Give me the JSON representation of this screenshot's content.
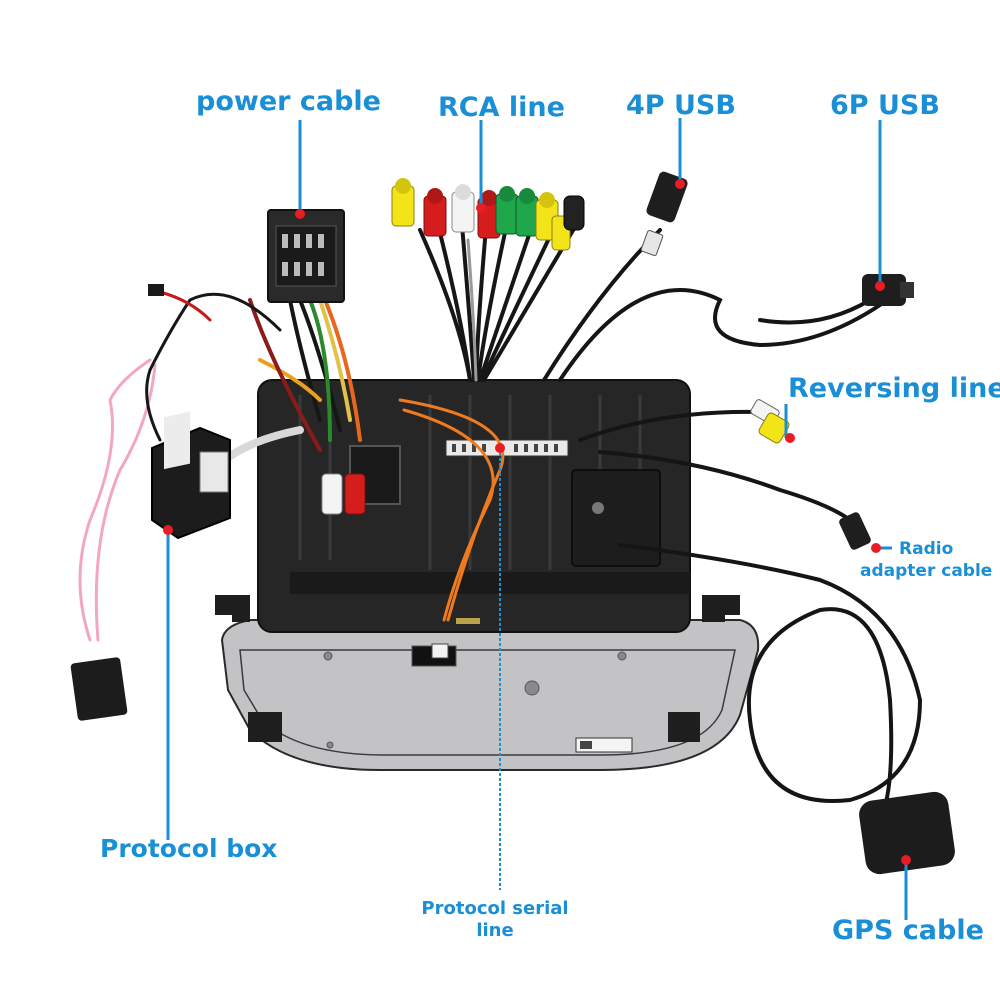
{
  "colors": {
    "label": "#1a8fd6",
    "pointer_dot": "#e81c24",
    "unit_body": "#262626",
    "back_plate": "#c3c3c6"
  },
  "labels": {
    "power_cable": "power cable",
    "rca_line": "RCA line",
    "usb_4p": "4P USB",
    "usb_6p": "6P USB",
    "reversing_line": "Reversing line",
    "radio_adapter_line1": "Radio",
    "radio_adapter_line2": "adapter cable",
    "protocol_box": "Protocol box",
    "protocol_serial_line1": "Protocol serial",
    "protocol_serial_line2": "line",
    "gps_cable": "GPS cable"
  }
}
